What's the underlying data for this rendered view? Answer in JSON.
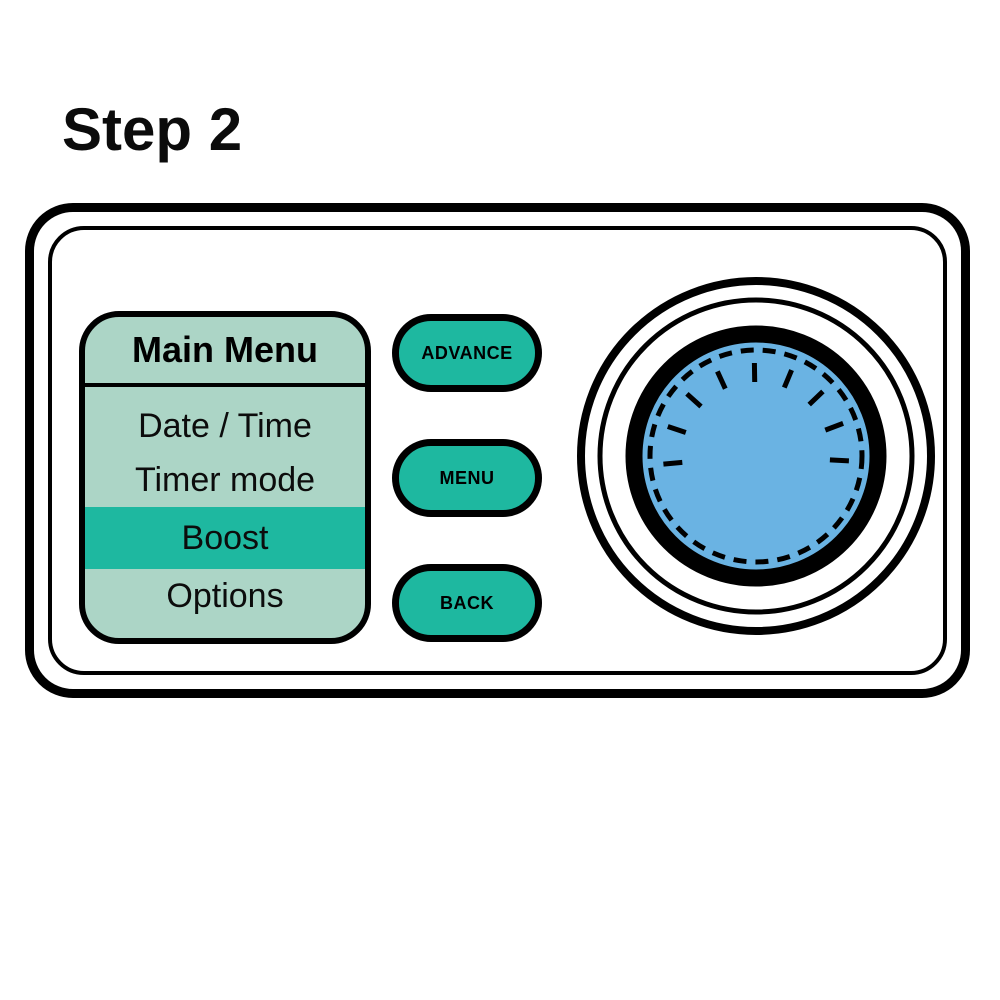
{
  "title": "Step 2",
  "device": {
    "screen": {
      "header": "Main Menu",
      "items": [
        {
          "label": "Date / Time",
          "selected": false
        },
        {
          "label": "Timer mode",
          "selected": false
        },
        {
          "label": "Boost",
          "selected": true
        },
        {
          "label": "Options",
          "selected": false
        }
      ],
      "selected_item": "Boost"
    },
    "buttons": [
      {
        "label": "ADVANCE"
      },
      {
        "label": "MENU"
      },
      {
        "label": "BACK"
      }
    ],
    "dial": {
      "tick_count": 9
    }
  },
  "colors": {
    "teal": "#1eb8a0",
    "screen_bg": "#acd5c6",
    "dial_blue": "#6ab3e3",
    "outline": "#000000"
  }
}
